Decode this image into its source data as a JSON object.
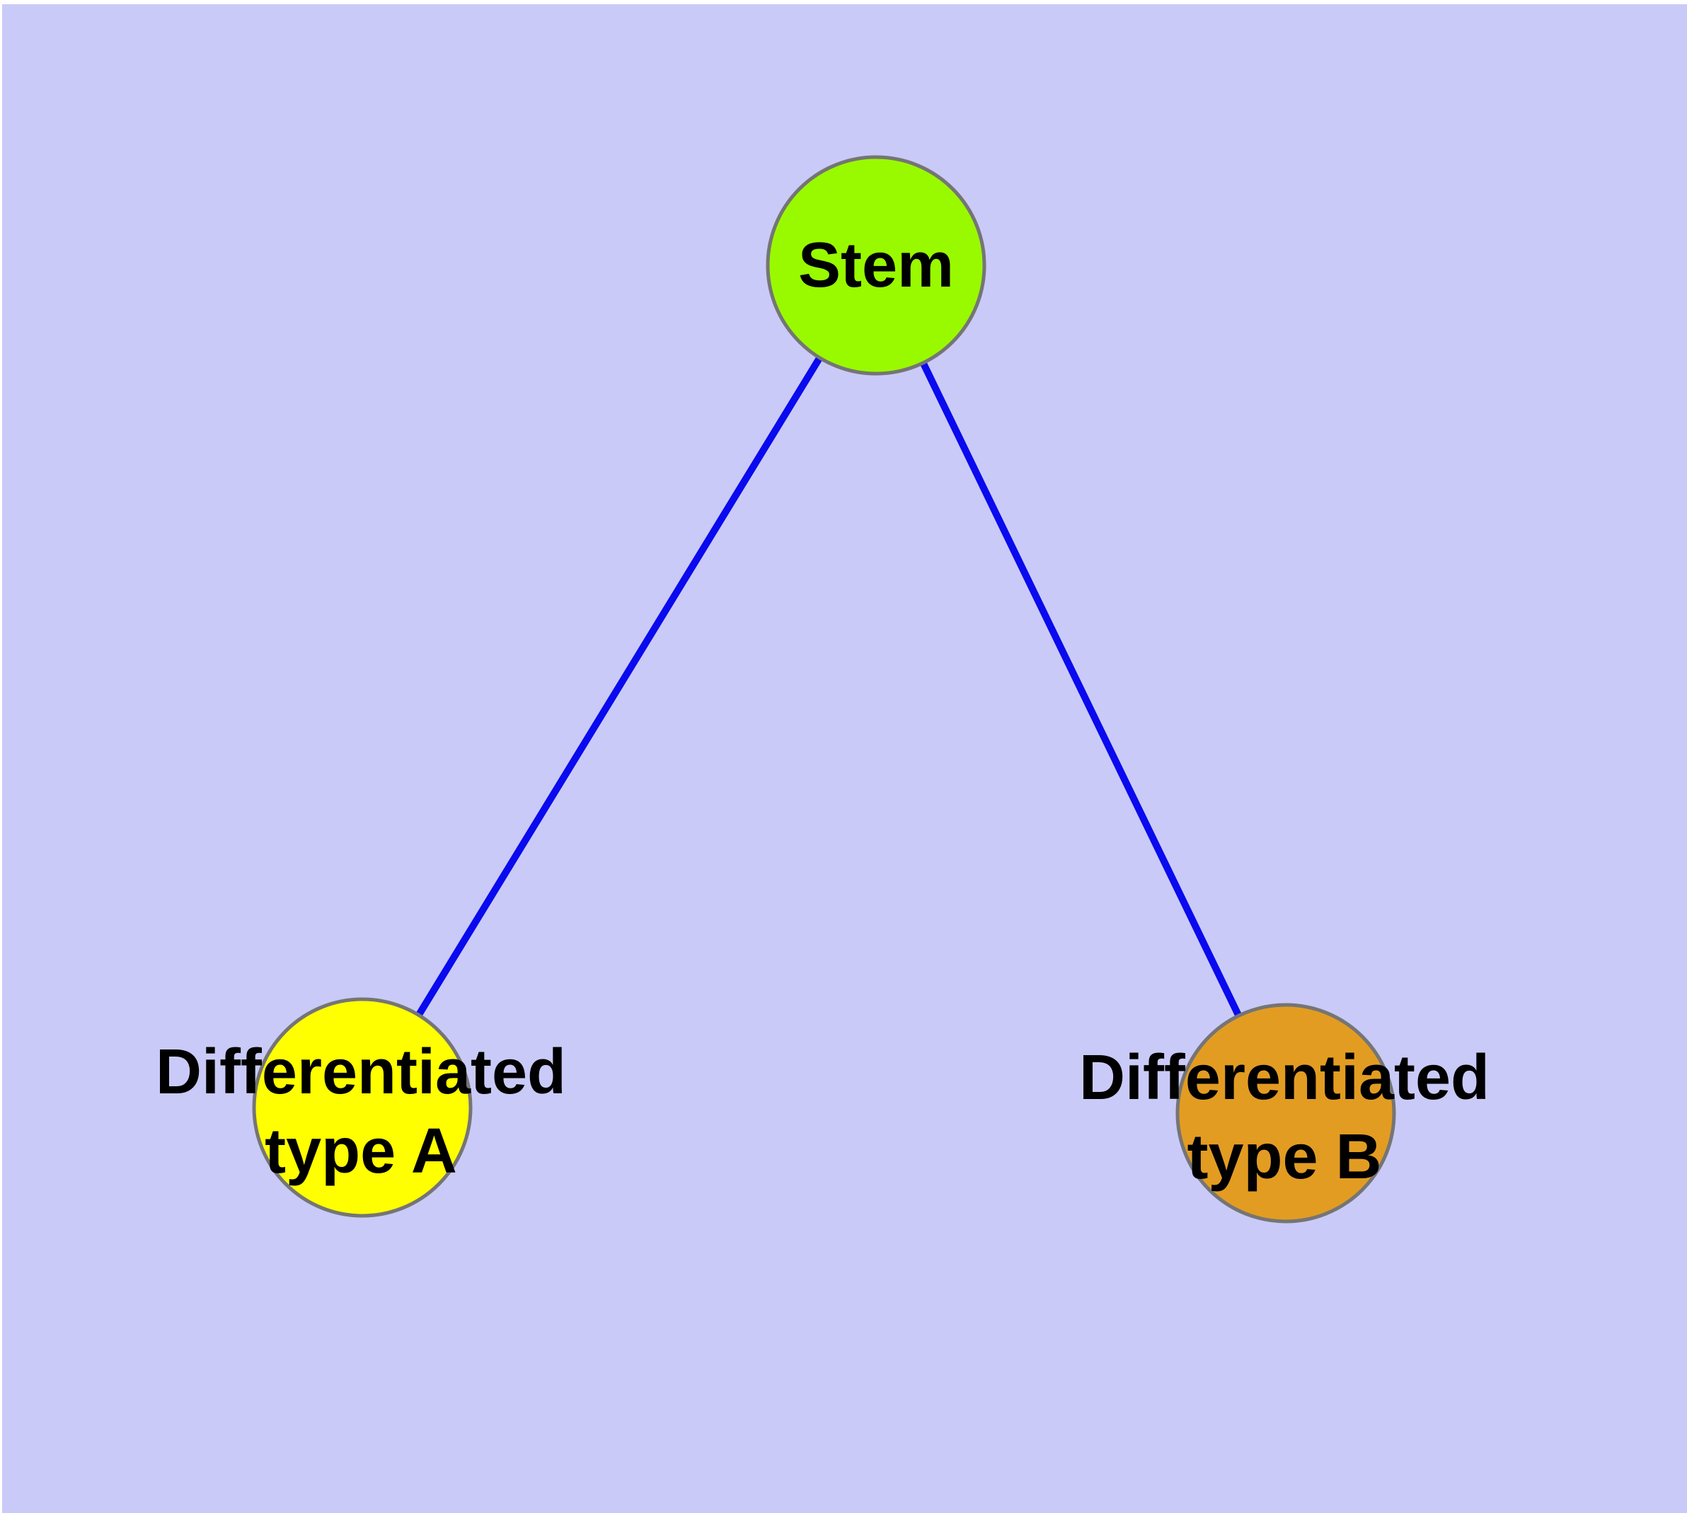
{
  "diagram": {
    "title": "",
    "colors": {
      "background": "#cacaf8",
      "page_margin": "#ffffff",
      "edge": "#0a0aee",
      "node_border": "#757575",
      "label_text": "#000000",
      "stem_fill": "#99fa00",
      "type_a_fill": "#ffff00",
      "type_b_fill": "#e39c22"
    },
    "nodes": [
      {
        "id": "stem",
        "label_line1": "Stem",
        "label_line2": "",
        "fill": "#99fa00"
      },
      {
        "id": "differentiated-type-a",
        "label_line1": "Differentiated",
        "label_line2": "type A",
        "fill": "#ffff00"
      },
      {
        "id": "differentiated-type-b",
        "label_line1": "Differentiated",
        "label_line2": "type B",
        "fill": "#e39c22"
      }
    ],
    "edges": [
      {
        "from": "stem",
        "to": "differentiated-type-a"
      },
      {
        "from": "stem",
        "to": "differentiated-type-b"
      }
    ]
  }
}
